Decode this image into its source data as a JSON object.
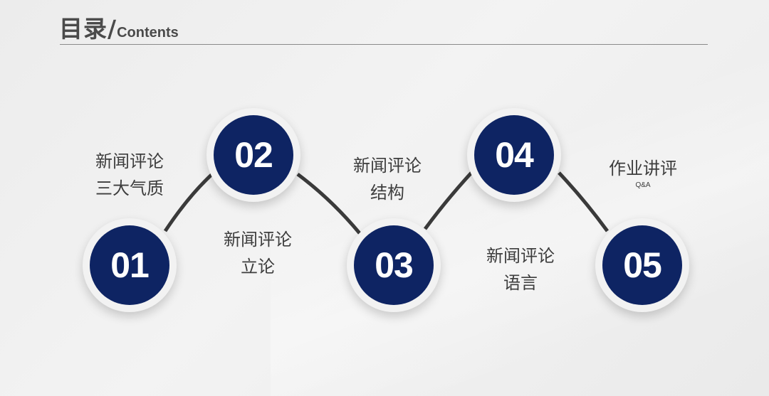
{
  "header": {
    "title_zh": "目录/",
    "title_en": "Contents"
  },
  "steps": [
    {
      "number": "01",
      "line1": "新闻评论",
      "line2": "三大气质"
    },
    {
      "number": "02",
      "line1": "新闻评论",
      "line2": "立论"
    },
    {
      "number": "03",
      "line1": "新闻评论",
      "line2": "结构"
    },
    {
      "number": "04",
      "line1": "新闻评论",
      "line2": "语言"
    },
    {
      "number": "05",
      "line1": "作业讲评",
      "line2": "Q&A"
    }
  ],
  "colors": {
    "node_fill": "#0e2463",
    "node_ring": "#f2f2f2",
    "text": "#3d3d3d",
    "connector": "#3a3a3a"
  }
}
